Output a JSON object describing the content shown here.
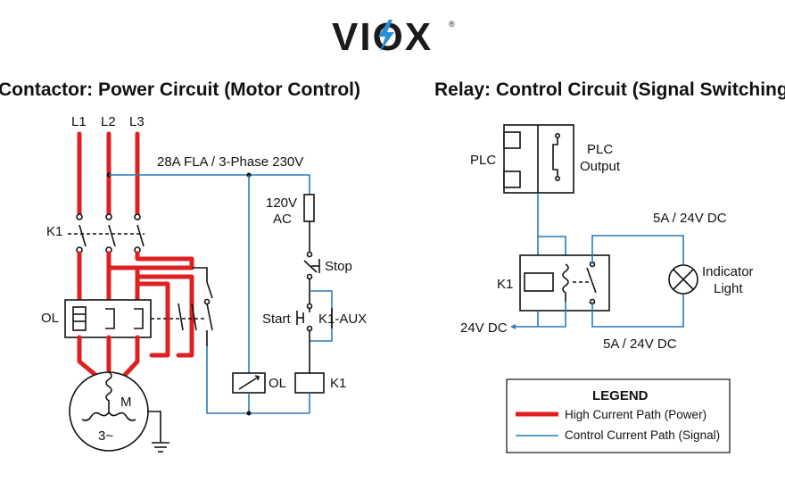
{
  "brand": {
    "logo_text": "VIOX",
    "registered_mark": "®"
  },
  "contactor": {
    "title": "Contactor: Power Circuit (Motor Control)",
    "phases": [
      "L1",
      "L2",
      "L3"
    ],
    "rating": "28A FLA / 3-Phase 230V",
    "contactor_label": "K1",
    "overload_label": "OL",
    "supply": [
      "120V",
      "AC"
    ],
    "stop_label": "Stop",
    "start_label": "Start",
    "aux_label": "K1-AUX",
    "coil_ol_label": "OL",
    "coil_k1_label": "K1",
    "motor_label": "M",
    "motor_phase": "3~"
  },
  "relay": {
    "title": "Relay: Control Circuit (Signal Switching)",
    "plc_label": "PLC",
    "plc_output": [
      "PLC",
      "Output"
    ],
    "relay_label": "K1",
    "top_rating": "5A / 24V DC",
    "bottom_rating": "5A / 24V DC",
    "supply_label": "24V DC",
    "indicator": [
      "Indicator",
      "Light"
    ]
  },
  "legend": {
    "title": "LEGEND",
    "items": [
      {
        "label": "High Current Path (Power)",
        "color": "#e02020"
      },
      {
        "label": "Control Current Path (Signal)",
        "color": "#2a7ab8"
      }
    ]
  }
}
